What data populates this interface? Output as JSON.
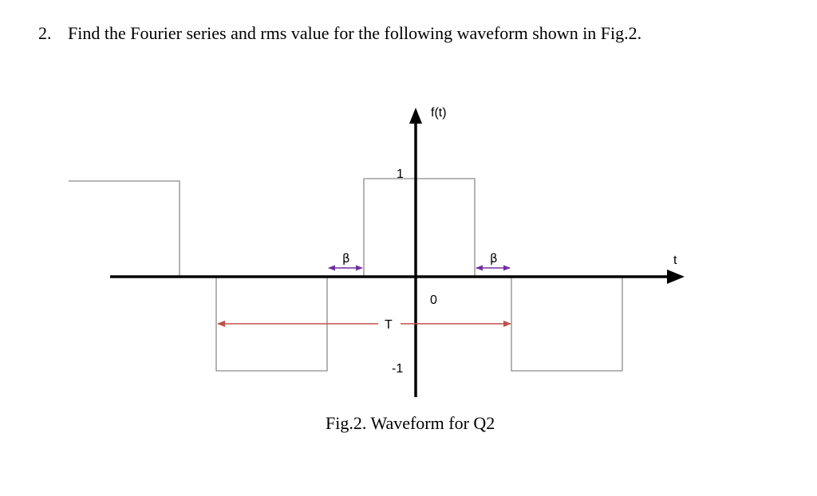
{
  "question": {
    "number": "2.",
    "text": "Find the Fourier series and rms value for the following waveform shown in Fig.2."
  },
  "figure": {
    "y_axis_label": "f(t)",
    "x_axis_label": "t",
    "origin_label": "0",
    "high_level_label": "1",
    "low_level_label": "-1",
    "period_label": "T",
    "beta_left_label": "β",
    "beta_right_label": "β",
    "caption": "Fig.2. Waveform for Q2",
    "colors": {
      "waveform": "#8c8c8c",
      "axis": "#000000",
      "period_arrow": "#c0504d",
      "beta_arrow": "#7030a0"
    }
  }
}
